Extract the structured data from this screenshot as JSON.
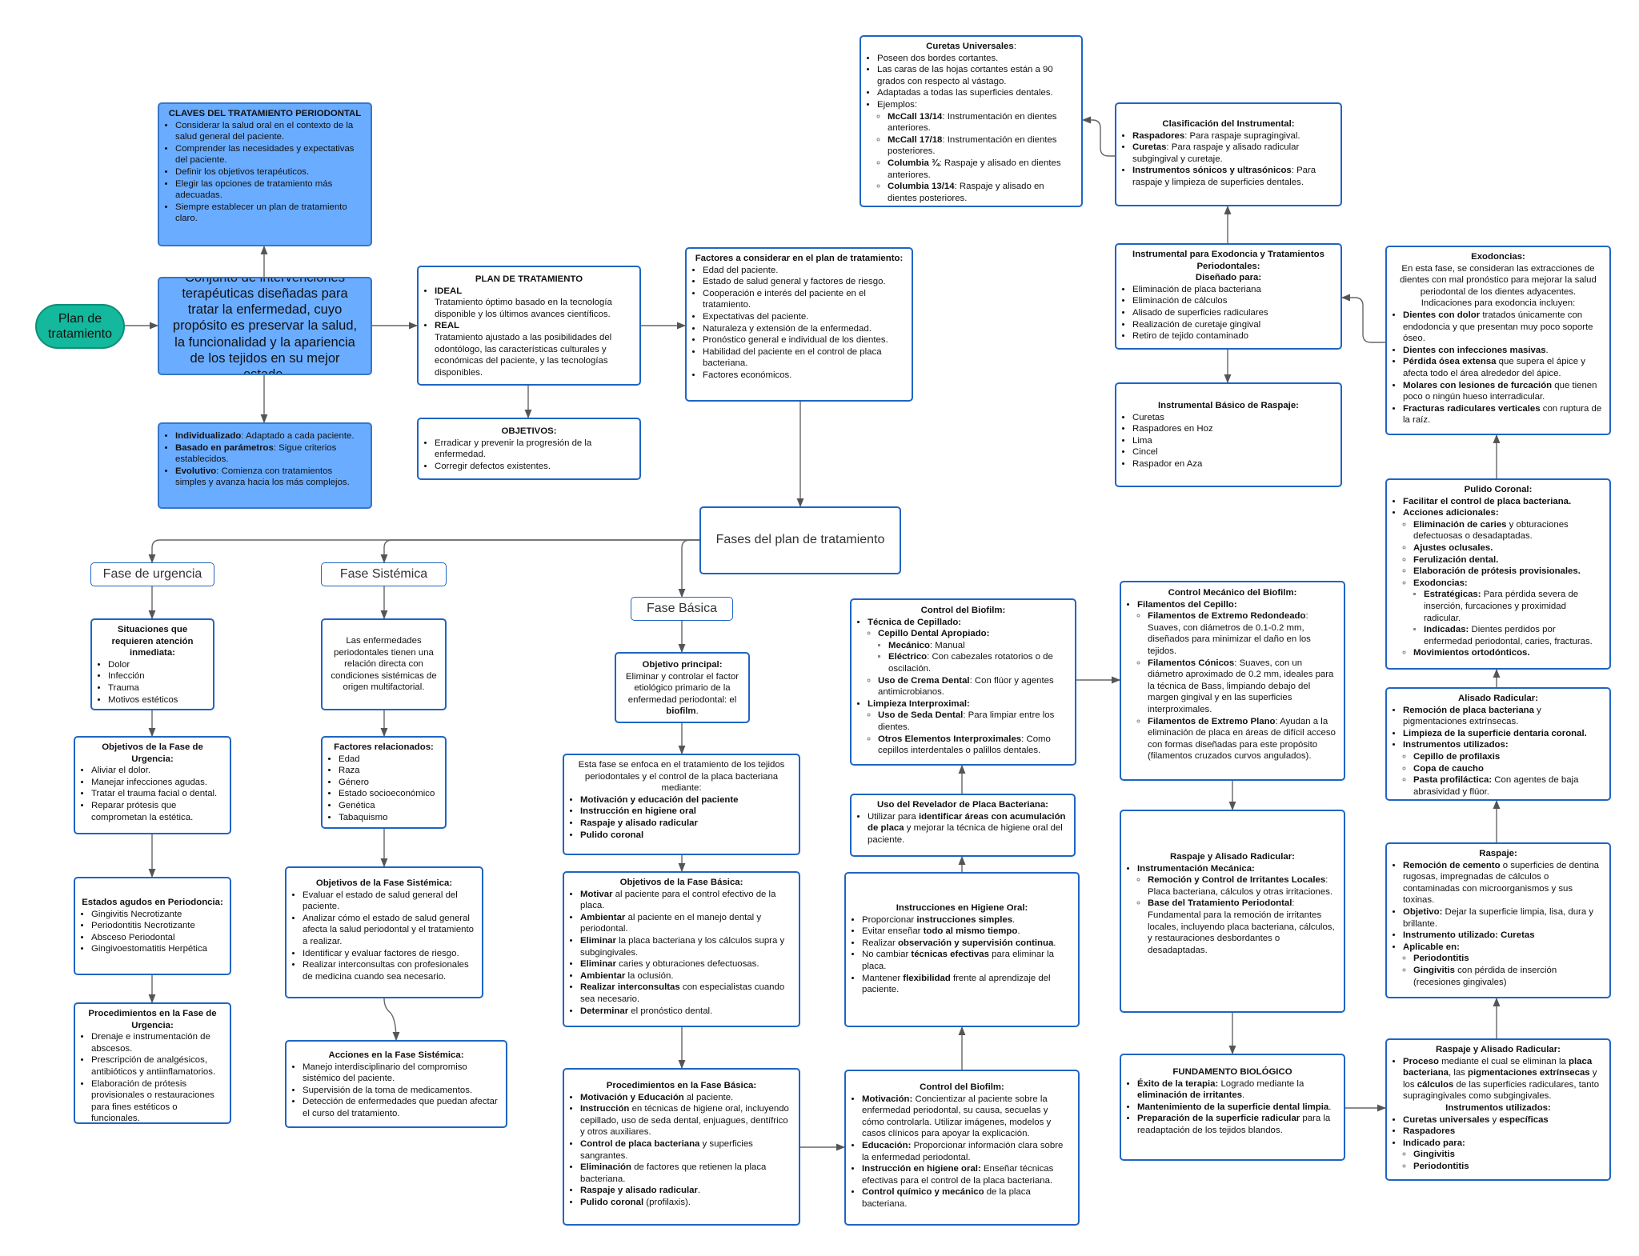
{
  "colors": {
    "border": "#1f65c4",
    "blue_fill": "#6aacff",
    "teal_fill": "#14b89c",
    "edge": "#555555"
  },
  "root": {
    "label": "Plan de tratamiento"
  },
  "definition": {
    "text": "Conjunto de intervenciones terapéuticas diseñadas para tratar la enfermedad, cuyo propósito es preservar la salud, la funcionalidad y la apariencia de los tejidos en su mejor estado."
  },
  "claves": {
    "title": "CLAVES DEL TRATAMIENTO PERIODONTAL",
    "items": [
      "Considerar la salud oral en el contexto de la salud general del paciente.",
      "Comprender las necesidades y expectativas del paciente.",
      "Definir los objetivos terapéuticos.",
      "Elegir las opciones de tratamiento más adecuadas.",
      "Siempre establecer un plan de tratamiento claro."
    ]
  },
  "caracteristicas": {
    "items": [
      {
        "b": "Individualizado",
        "t": ": Adaptado a cada paciente."
      },
      {
        "b": "Basado en parámetros",
        "t": ": Sigue criterios establecidos."
      },
      {
        "b": "Evolutivo",
        "t": ": Comienza con tratamientos simples y avanza hacia los más complejos."
      }
    ]
  },
  "plan": {
    "title": "PLAN DE TRATAMIENTO",
    "ideal_b": "IDEAL",
    "ideal_t": "Tratamiento óptimo basado en la tecnología disponible y los últimos avances científicos.",
    "real_b": "REAL",
    "real_t": "Tratamiento ajustado a las posibilidades del odontólogo, las características culturales y económicas del paciente, y las tecnologías disponibles."
  },
  "objetivos": {
    "title": "OBJETIVOS:",
    "items": [
      "Erradicar y prevenir la progresión de la enfermedad.",
      "Corregir defectos existentes."
    ]
  },
  "factores": {
    "title": "Factores a considerar en el plan de tratamiento:",
    "items": [
      "Edad del paciente.",
      "Estado de salud general y factores de riesgo.",
      "Cooperación e interés del paciente en el tratamiento.",
      "Expectativas del paciente.",
      "Naturaleza y extensión de la enfermedad.",
      "Pronóstico general e individual de los dientes.",
      "Habilidad del paciente en el control de placa bacteriana.",
      "Factores económicos."
    ]
  },
  "fases": {
    "label": "Fases del plan de tratamiento"
  },
  "urgencia": {
    "label": "Fase de urgencia",
    "situaciones": {
      "title": "Situaciones que requieren atención inmediata:",
      "items": [
        "Dolor",
        "Infección",
        "Trauma",
        "Motivos estéticos"
      ]
    },
    "objetivos": {
      "title": "Objetivos de la Fase de Urgencia:",
      "items": [
        "Aliviar el dolor.",
        "Manejar infecciones agudas.",
        "Tratar el trauma facial o dental.",
        "Reparar prótesis que comprometan la estética."
      ]
    },
    "estados": {
      "title": "Estados agudos en Periodoncia:",
      "items": [
        "Gingivitis Necrotizante",
        "Periodontitis Necrotizante",
        "Absceso Periodontal",
        "Gingivoestomatitis Herpética"
      ]
    },
    "procedimientos": {
      "title": "Procedimientos en la Fase de Urgencia:",
      "items": [
        "Drenaje e instrumentación de abscesos.",
        "Prescripción de analgésicos, antibióticos y antiinflamatorios.",
        "Elaboración de prótesis provisionales o restauraciones para fines estéticos o funcionales."
      ]
    }
  },
  "sistemica": {
    "label": "Fase Sistémica",
    "intro": {
      "text": "Las enfermedades periodontales tienen una relación directa con condiciones sistémicas de origen multifactorial."
    },
    "factores": {
      "title": "Factores relacionados:",
      "items": [
        "Edad",
        "Raza",
        "Género",
        "Estado socioeconómico",
        "Genética",
        "Tabaquismo"
      ]
    },
    "objetivos": {
      "title": "Objetivos de la Fase Sistémica:",
      "items": [
        "Evaluar el estado de salud general del paciente.",
        "Analizar cómo el estado de salud general afecta la salud periodontal y el tratamiento a realizar.",
        "Identificar y evaluar factores de riesgo.",
        "Realizar interconsultas con profesionales de medicina cuando sea necesario."
      ]
    },
    "acciones": {
      "title": "Acciones en la Fase Sistémica:",
      "items": [
        "Manejo interdisciplinario del compromiso sistémico del paciente.",
        "Supervisión de la toma de medicamentos.",
        "Detección de enfermedades que puedan afectar el curso del tratamiento."
      ]
    }
  },
  "basica": {
    "label": "Fase Básica",
    "objetivo_principal": {
      "title": "Objetivo principal:",
      "text": "Eliminar y controlar el factor etiológico primario de la enfermedad periodontal: el ",
      "bold": "biofilm",
      "end": "."
    },
    "enfoque": {
      "text": "Esta fase se enfoca en el tratamiento de los tejidos periodontales y el control de la placa bacteriana mediante:",
      "items": [
        "Motivación y educación del paciente",
        "Instrucción en higiene oral",
        "Raspaje y alisado radicular",
        "Pulido coronal"
      ]
    },
    "objetivos": {
      "title": "Objetivos de la Fase Básica:",
      "items": [
        {
          "b": "Motivar",
          "t": " al paciente para el control efectivo de la placa."
        },
        {
          "b": "Ambientar",
          "t": " al paciente en el manejo dental y periodontal."
        },
        {
          "b": "Eliminar",
          "t": " la placa bacteriana y los cálculos supra y subgingivales."
        },
        {
          "b": "Eliminar",
          "t": " caries y obturaciones defectuosas."
        },
        {
          "b": "Ambientar",
          "t": " la oclusión."
        },
        {
          "b": "Realizar interconsultas",
          "t": " con especialistas cuando sea necesario."
        },
        {
          "b": "Determinar",
          "t": " el pronóstico dental."
        }
      ]
    },
    "procedimientos": {
      "title": "Procedimientos en la Fase Básica:",
      "items": [
        {
          "b": "Motivación y Educación",
          "t": " al paciente."
        },
        {
          "b": "Instrucción",
          "t": " en técnicas de higiene oral, incluyendo cepillado, uso de seda dental, enjuagues, dentífrico y otros auxiliares."
        },
        {
          "b": "Control de placa bacteriana",
          "t": " y superficies sangrantes."
        },
        {
          "b": "Eliminación",
          "t": " de factores que retienen la placa bacteriana."
        },
        {
          "b": "Raspaje y alisado radicular",
          "t": "."
        },
        {
          "b": "Pulido coronal",
          "t": " (profilaxis)."
        }
      ]
    }
  },
  "biofilm_bottom": {
    "title": "Control del Biofilm:",
    "items": [
      {
        "b": "Motivación:",
        "t": " Concientizar al paciente sobre la enfermedad periodontal, su causa, secuelas y cómo controlarla. Utilizar imágenes, modelos y casos clínicos para apoyar la explicación."
      },
      {
        "b": "Educación:",
        "t": " Proporcionar información clara sobre la enfermedad periodontal."
      },
      {
        "b": "Instrucción en higiene oral:",
        "t": " Enseñar técnicas efectivas para el control de la placa bacteriana."
      },
      {
        "b": "Control químico y mecánico",
        "t": " de la placa bacteriana."
      }
    ]
  },
  "instrucciones": {
    "title": "Instrucciones en Higiene Oral:",
    "items": [
      {
        "t": "Proporcionar ",
        "b": "instrucciones simples",
        "e": "."
      },
      {
        "t": "Evitar enseñar ",
        "b": "todo al mismo tiempo",
        "e": "."
      },
      {
        "t": "Realizar ",
        "b": "observación y supervisión continua",
        "e": "."
      },
      {
        "t": "No cambiar ",
        "b": "técnicas efectivas",
        "e": " para eliminar la placa."
      },
      {
        "t": "Mantener ",
        "b": "flexibilidad",
        "e": " frente al aprendizaje del paciente."
      }
    ]
  },
  "revelador": {
    "title": "Uso del Revelador de Placa Bacteriana:",
    "pre": "Utilizar para ",
    "b": "identificar áreas con acumulación de placa",
    "post": " y mejorar la técnica de higiene oral del paciente."
  },
  "biofilm_top": {
    "title": "Control del Biofilm:",
    "cep_title": "Técnica de Cepillado:",
    "cep_sub": "Cepillo Dental Apropiado:",
    "mec_b": "Mecánico",
    "mec_t": ": Manual",
    "ele_b": "Eléctrico",
    "ele_t": ": Con cabezales rotatorios o de oscilación.",
    "crema_b": "Uso de Crema Dental",
    "crema_t": ": Con flúor y agentes antimicrobianos.",
    "limp_title": "Limpieza Interproximal:",
    "seda_b": "Uso de Seda Dental",
    "seda_t": ": Para limpiar entre los dientes.",
    "otros_b": "Otros Elementos Interproximales",
    "otros_t": ": Como cepillos interdentales o palillos dentales."
  },
  "mecanico": {
    "title": "Control Mecánico del Biofilm:",
    "fil_title": "Filamentos del Cepillo:",
    "items": [
      {
        "b": "Filamentos de Extremo Redondeado",
        "t": ": Suaves, con diámetros de 0.1-0.2 mm, diseñados para minimizar el daño en los tejidos."
      },
      {
        "b": "Filamentos Cónicos",
        "t": ": Suaves, con un diámetro aproximado de 0.2 mm, ideales para la técnica de Bass, limpiando debajo del margen gingival y en las superficies interproximales."
      },
      {
        "b": "Filamentos de Extremo Plano",
        "t": ": Ayudan a la eliminación de placa en áreas de difícil acceso con formas diseñadas para este propósito (filamentos cruzados curvos angulados)."
      }
    ]
  },
  "raspaje_mid": {
    "title": "Raspaje y Alisado Radicular:",
    "inst_title": "Instrumentación Mecánica:",
    "items": [
      {
        "b": "Remoción y Control de Irritantes Locales",
        "t": ": Placa bacteriana, cálculos y otras irritaciones."
      },
      {
        "b": "Base del Tratamiento Periodontal",
        "t": ": Fundamental para la remoción de irritantes locales, incluyendo placa bacteriana, cálculos, y restauraciones desbordantes o desadaptadas."
      }
    ]
  },
  "fundamento": {
    "title": "FUNDAMENTO BIOLÓGICO",
    "items": [
      {
        "b1": "Éxito de la terapia:",
        "t": " Logrado mediante la ",
        "b2": "eliminación de irritantes",
        "e": "."
      },
      {
        "b1": "Mantenimiento de la superficie dental limpia",
        "t": ".",
        "b2": "",
        "e": ""
      },
      {
        "b1": "Preparación de la superficie radicular",
        "t": " para la readaptación de los tejidos blandos.",
        "b2": "",
        "e": ""
      }
    ]
  },
  "raspaje_br": {
    "title": "Raspaje y Alisado Radicular:",
    "proceso_b": "Proceso",
    "proceso_t1": " mediante el cual se eliminan la ",
    "proceso_b2": "placa bacteriana",
    "proceso_t2": ", las ",
    "proceso_b3": "pigmentaciones extrínsecas",
    "proceso_t3": " y los ",
    "proceso_b4": "cálculos",
    "proceso_t4": " de las superficies radiculares, tanto supragingivales como subgingivales.",
    "inst_title": "Instrumentos utilizados:",
    "cur_b": "Curetas universales",
    "cur_t": " y ",
    "cur_b2": "específicas",
    "rasp": "Raspadores",
    "ind": "Indicado para:",
    "ind_items": [
      "Gingivitis",
      "Periodontitis"
    ]
  },
  "raspaje_r": {
    "title": "Raspaje:",
    "rem_b": "Remoción de cemento",
    "rem_t": " o superficies de dentina rugosas, impregnadas de cálculos o contaminadas con microorganismos y sus toxinas.",
    "obj_b": "Objetivo:",
    "obj_t": " Dejar la superficie limpia, lisa, dura y brillante.",
    "inst_b": "Instrumento utilizado: Curetas",
    "apl_b": "Aplicable en:",
    "apl_items": [
      {
        "b": "Periodontitis",
        "t": ""
      },
      {
        "b": "Gingivitis",
        "t": " con pérdida de inserción (recesiones gingivales)"
      }
    ]
  },
  "alisado": {
    "title": "Alisado Radicular:",
    "rem_b": "Remoción de placa bacteriana",
    "rem_t": " y pigmentaciones extrínsecas.",
    "limp_b": "Limpieza de la superficie dentaria coronal.",
    "inst_b": "Instrumentos utilizados:",
    "items": [
      {
        "b": "Cepillo de profilaxis",
        "t": ""
      },
      {
        "b": "Copa de caucho",
        "t": ""
      },
      {
        "b": "Pasta profiláctica:",
        "t": " Con agentes de baja abrasividad y flúor."
      }
    ]
  },
  "pulido": {
    "title": "Pulido Coronal:",
    "fac_b": "Facilitar el control de placa bacteriana.",
    "acc_b": "Acciones adicionales:",
    "items": [
      {
        "b": "Eliminación de caries",
        "t": " y obturaciones defectuosas o desadaptadas."
      },
      {
        "b": "Ajustes oclusales.",
        "t": ""
      },
      {
        "b": "Ferulización dental.",
        "t": ""
      },
      {
        "b": "Elaboración de prótesis provisionales.",
        "t": ""
      }
    ],
    "exo_b": "Exodoncias:",
    "exo_items": [
      {
        "b": "Estratégicas:",
        "t": " Para pérdida severa de inserción, furcaciones y proximidad radicular."
      },
      {
        "b": "Indicadas:",
        "t": " Dientes perdidos por enfermedad periodontal, caries, fracturas."
      }
    ],
    "orto_b": "Movimientos ortodónticos."
  },
  "exodoncias": {
    "title": "Exodoncias:",
    "intro": "En esta fase, se consideran las extracciones de dientes con mal pronóstico para mejorar la salud periodontal de los dientes adyacentes.",
    "intro2": "Indicaciones para exodoncia incluyen:",
    "items": [
      {
        "b": "Dientes con dolor",
        "t": " tratados únicamente con endodoncia y que presentan muy poco soporte óseo."
      },
      {
        "b": "Dientes con infecciones masivas",
        "t": "."
      },
      {
        "b": "Pérdida ósea extensa",
        "t": " que supera el ápice y afecta todo el área alrededor del ápice."
      },
      {
        "b": "Molares con lesiones de furcación",
        "t": " que tienen poco o ningún hueso interradicular."
      },
      {
        "b": "Fracturas radiculares verticales",
        "t": " con ruptura de la raíz."
      }
    ]
  },
  "instrumental_exo": {
    "title": "Instrumental para Exodoncia y Tratamientos Periodontales:",
    "sub": "Diseñado para:",
    "items": [
      "Eliminación de placa bacteriana",
      "Eliminación de cálculos",
      "Alisado de superficies radiculares",
      "Realización de curetaje gingival",
      "Retiro de tejido contaminado"
    ]
  },
  "instrumental_basico": {
    "title": "Instrumental Básico de Raspaje:",
    "items": [
      "Curetas",
      "Raspadores en Hoz",
      "Lima",
      "Cincel",
      "Raspador en Aza"
    ]
  },
  "clasificacion": {
    "title": "Clasificación del Instrumental:",
    "items": [
      {
        "b": "Raspadores",
        "t": ": Para raspaje supragingival."
      },
      {
        "b": "Curetas",
        "t": ": Para raspaje y alisado radicular subgingival y curetaje."
      },
      {
        "b": "Instrumentos sónicos y ultrasónicos",
        "t": ": Para raspaje y limpieza de superficies dentales."
      }
    ]
  },
  "curetas": {
    "title": "Curetas Universales",
    "colon": ":",
    "items": [
      "Poseen dos bordes cortantes.",
      "Las caras de las hojas cortantes están a 90 grados con respecto al vástago.",
      "Adaptadas a todas las superficies dentales.",
      "Ejemplos:"
    ],
    "ejemplos": [
      {
        "b": "McCall 13/14",
        "t": ": Instrumentación en dientes anteriores."
      },
      {
        "b": "McCall 17/18",
        "t": ": Instrumentación en dientes posteriores."
      },
      {
        "b": "Columbia ¾",
        "t": ": Raspaje y alisado en dientes anteriores."
      },
      {
        "b": "Columbia 13/14",
        "t": ": Raspaje y alisado en dientes posteriores."
      }
    ]
  }
}
